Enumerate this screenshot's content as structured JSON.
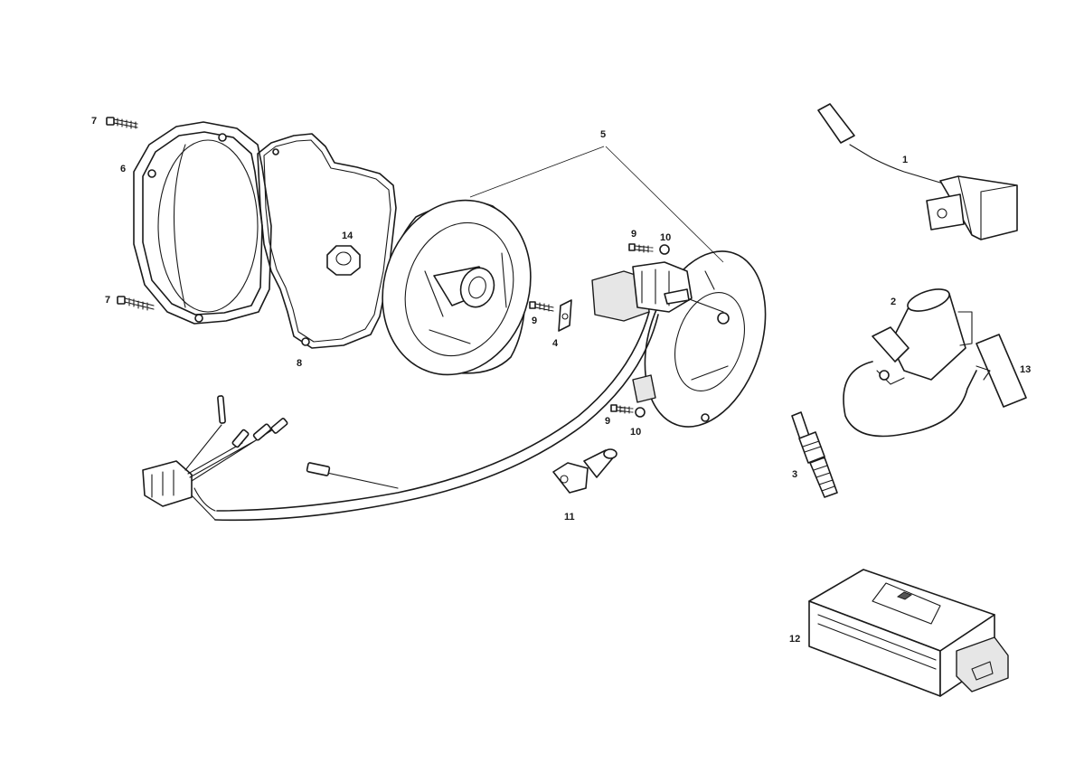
{
  "labels": {
    "l1": "1",
    "l2": "2",
    "l3": "3",
    "l4": "4",
    "l5": "5",
    "l6": "6",
    "l7a": "7",
    "l7b": "7",
    "l8": "8",
    "l9a": "9",
    "l9b": "9",
    "l9c": "9",
    "l10a": "10",
    "l10b": "10",
    "l11": "11",
    "l12": "12",
    "l13": "13",
    "l14": "14"
  }
}
